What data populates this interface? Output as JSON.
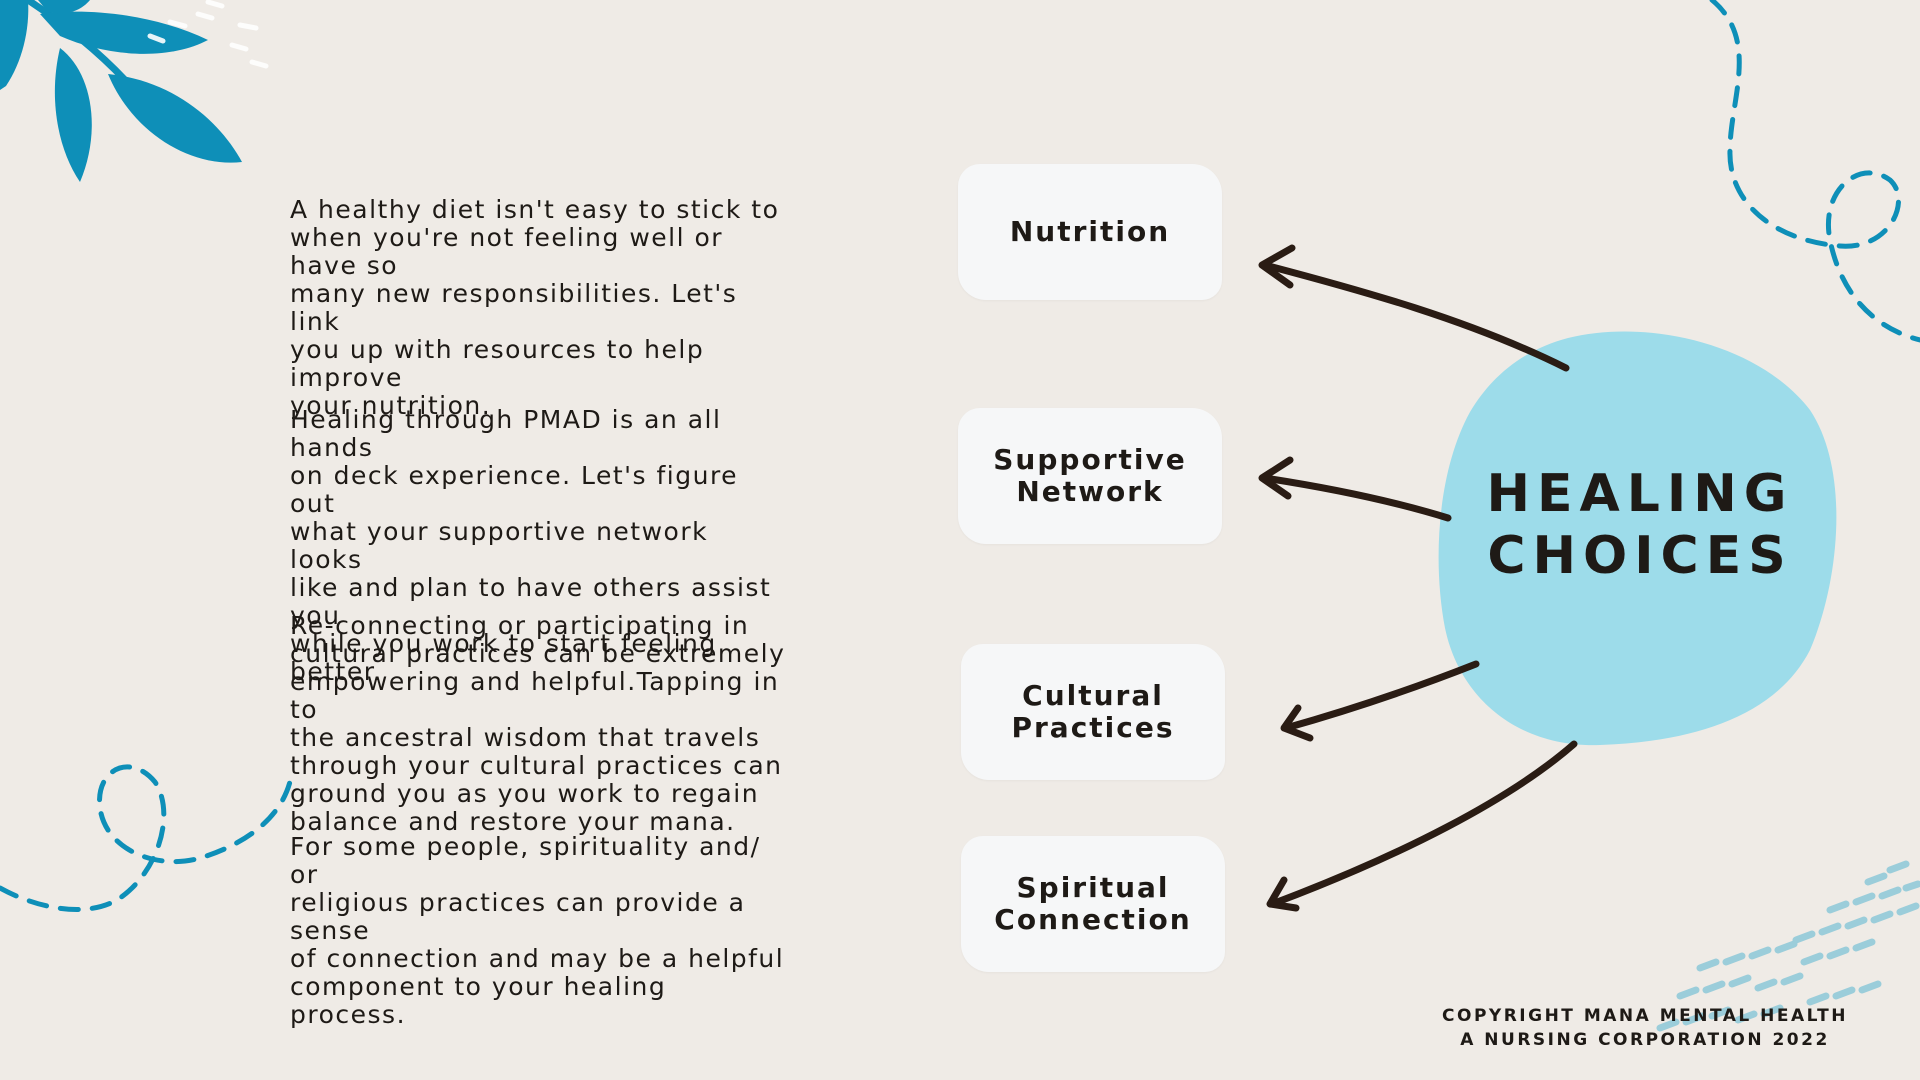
{
  "hub": {
    "title": "HEALING\nCHOICES",
    "color": "#9ddcea"
  },
  "choices": [
    {
      "label": "Nutrition",
      "description": "A healthy diet isn't easy to stick to\nwhen you're not feeling well or have so\nmany new responsibilities. Let's link\nyou up with resources to help improve\nyour nutrition."
    },
    {
      "label": "Supportive\nNetwork",
      "description": "Healing through PMAD is an all hands\non deck experience. Let's figure out\nwhat your supportive network looks\nlike and plan to have others assist you\nwhile you work to start feeling\nbetter."
    },
    {
      "label": "Cultural\nPractices",
      "description": "Re-connecting or participating in\ncultural practices can be extremely\nempowering and helpful.Tapping in to\nthe ancestral wisdom that travels\nthrough your cultural practices can\nground you as you work to regain\nbalance and restore your mana."
    },
    {
      "label": "Spiritual\nConnection",
      "description": "For some people, spirituality and/ or\nreligious practices can provide a sense\nof connection and may be a helpful\ncomponent to your healing process."
    }
  ],
  "footer": {
    "copyright": "COPYRIGHT MANA MENTAL HEALTH\nA NURSING CORPORATION 2022"
  },
  "colors": {
    "background": "#efebe6",
    "accent_blue": "#0e8fb8",
    "card": "#f6f7f8",
    "text": "#1e1a16",
    "arrow": "#2a1c14"
  },
  "icons": {
    "leaf": "leaf-branch-icon",
    "dashed_swirl": "dashed-loop-icon",
    "brush_dashes": "brush-stroke-dashes"
  }
}
